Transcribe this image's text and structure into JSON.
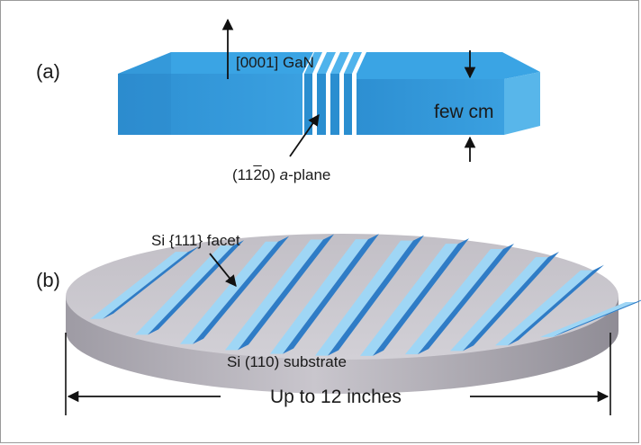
{
  "panel_a": {
    "label": "(a)",
    "orientation_label": "[0001] GaN",
    "thickness_label": "few cm",
    "plane_label_prefix": "(11",
    "plane_label_overbar": "2",
    "plane_label_suffix": "0) ",
    "plane_label_italic": "a",
    "plane_label_end": "-plane"
  },
  "panel_b": {
    "label": "(b)",
    "facet_label": "Si {111} facet",
    "substrate_label": "Si (110) substrate",
    "size_label": "Up to 12 inches"
  },
  "colors": {
    "gan_top": "#3aa4e4",
    "gan_side": "#2a8ed0",
    "facet_blue": "#2f7cc6",
    "si_gray": "#b8b5bd"
  }
}
